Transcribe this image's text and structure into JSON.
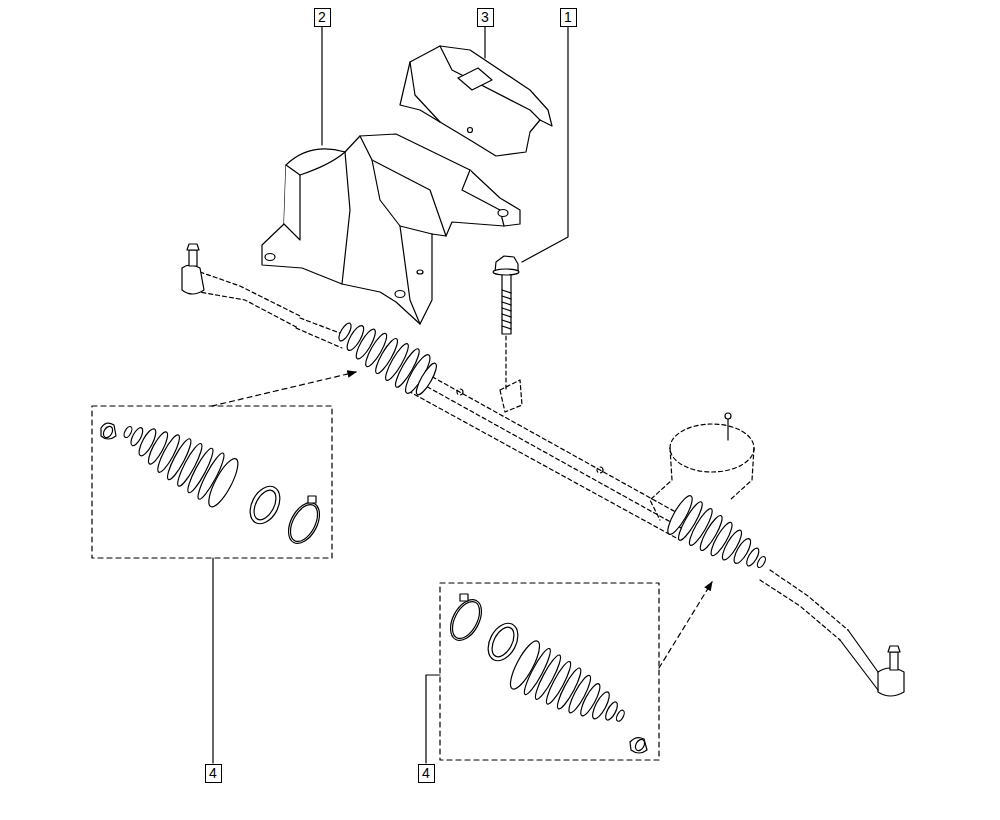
{
  "diagram": {
    "nodes": [
      {
        "text": [
          "2"
        ]
      },
      {
        "text": [
          "3"
        ]
      },
      {
        "text": [
          "1"
        ]
      },
      {
        "text": [
          "4"
        ]
      },
      {
        "text": [
          "4"
        ]
      }
    ]
  }
}
